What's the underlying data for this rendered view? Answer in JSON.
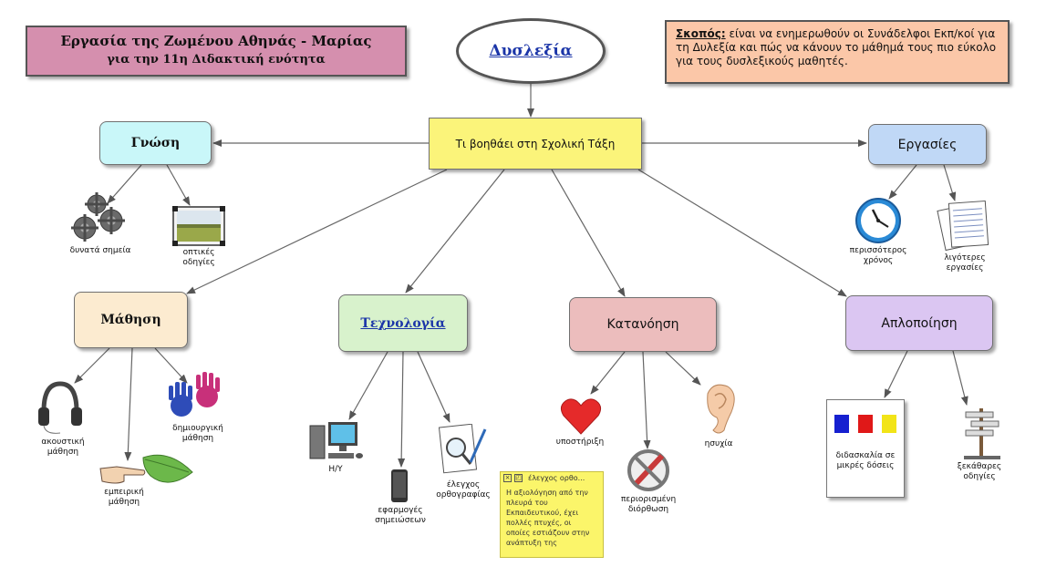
{
  "title": {
    "line1": "Εργασία της Ζωμένου Αθηνάς - Μαρίας",
    "line2": "για την 11η Διδακτική ενότητα"
  },
  "goal": {
    "label": "Σκοπός:",
    "text": "είναι να ενημερωθούν οι Συνάδελφοι Εκπ/κοί για τη Δυλεξία και πώς να κάνουν το μάθημά τους πιο εύκολο για τους δυσλεξικούς μαθητές."
  },
  "root": {
    "label": "Δυσλεξία"
  },
  "center": {
    "label": "Τι βοηθάει στη Σχολική Τάξη"
  },
  "nodes": {
    "gnosi": "Γνώση",
    "ergasies": "Εργασίες",
    "mathisi": "Μάθηση",
    "technologia": "Τεχνολογία",
    "katanoisi": "Κατανόηση",
    "aplopoiisi": "Απλοποίηση"
  },
  "leaves": {
    "dynata": "δυνατά σημεία",
    "optikes": "οπτικές οδηγίες",
    "perissoteros": "περισσότερος χρόνος",
    "ligoteres": "λιγότερες εργασίες",
    "akoustiki": "ακουστική μάθηση",
    "empeiriki": "εμπειρική μάθηση",
    "dimiourgiki": "δημιουργική μάθηση",
    "hy": "Η/Υ",
    "efarmoges": "εφαρμογές σημειώσεων",
    "elegxos": "έλεγχος ορθογραφίας",
    "ypostirixi": "υποστήριξη",
    "periorismeni": "περιορισμένη διόρθωση",
    "isyxia": "ησυχία",
    "didaskalia": "διδασκαλία σε μικρές δόσεις",
    "xekatharres": "ξεκάθαρες οδηγίες"
  },
  "note": {
    "title": "έλεγχος ορθο...",
    "text": "Η αξιολόγηση από την πλευρά του Εκπαιδευτικού, έχει πολλές πτυχές, οι οποίες εστιάζουν στην ανάπτυξη της"
  },
  "colors": {
    "title_bg": "#d58fae",
    "goal_bg": "#fbc7a8",
    "center_bg": "#fbf47a",
    "gnosi_bg": "#c9f7f9",
    "ergasies_bg": "#c0d8f6",
    "mathisi_bg": "#fcebd0",
    "technologia_bg": "#d8f2cc",
    "katanoisi_bg": "#ecbdbd",
    "aplopoiisi_bg": "#dbc6f2",
    "link": "#1b35a8"
  }
}
